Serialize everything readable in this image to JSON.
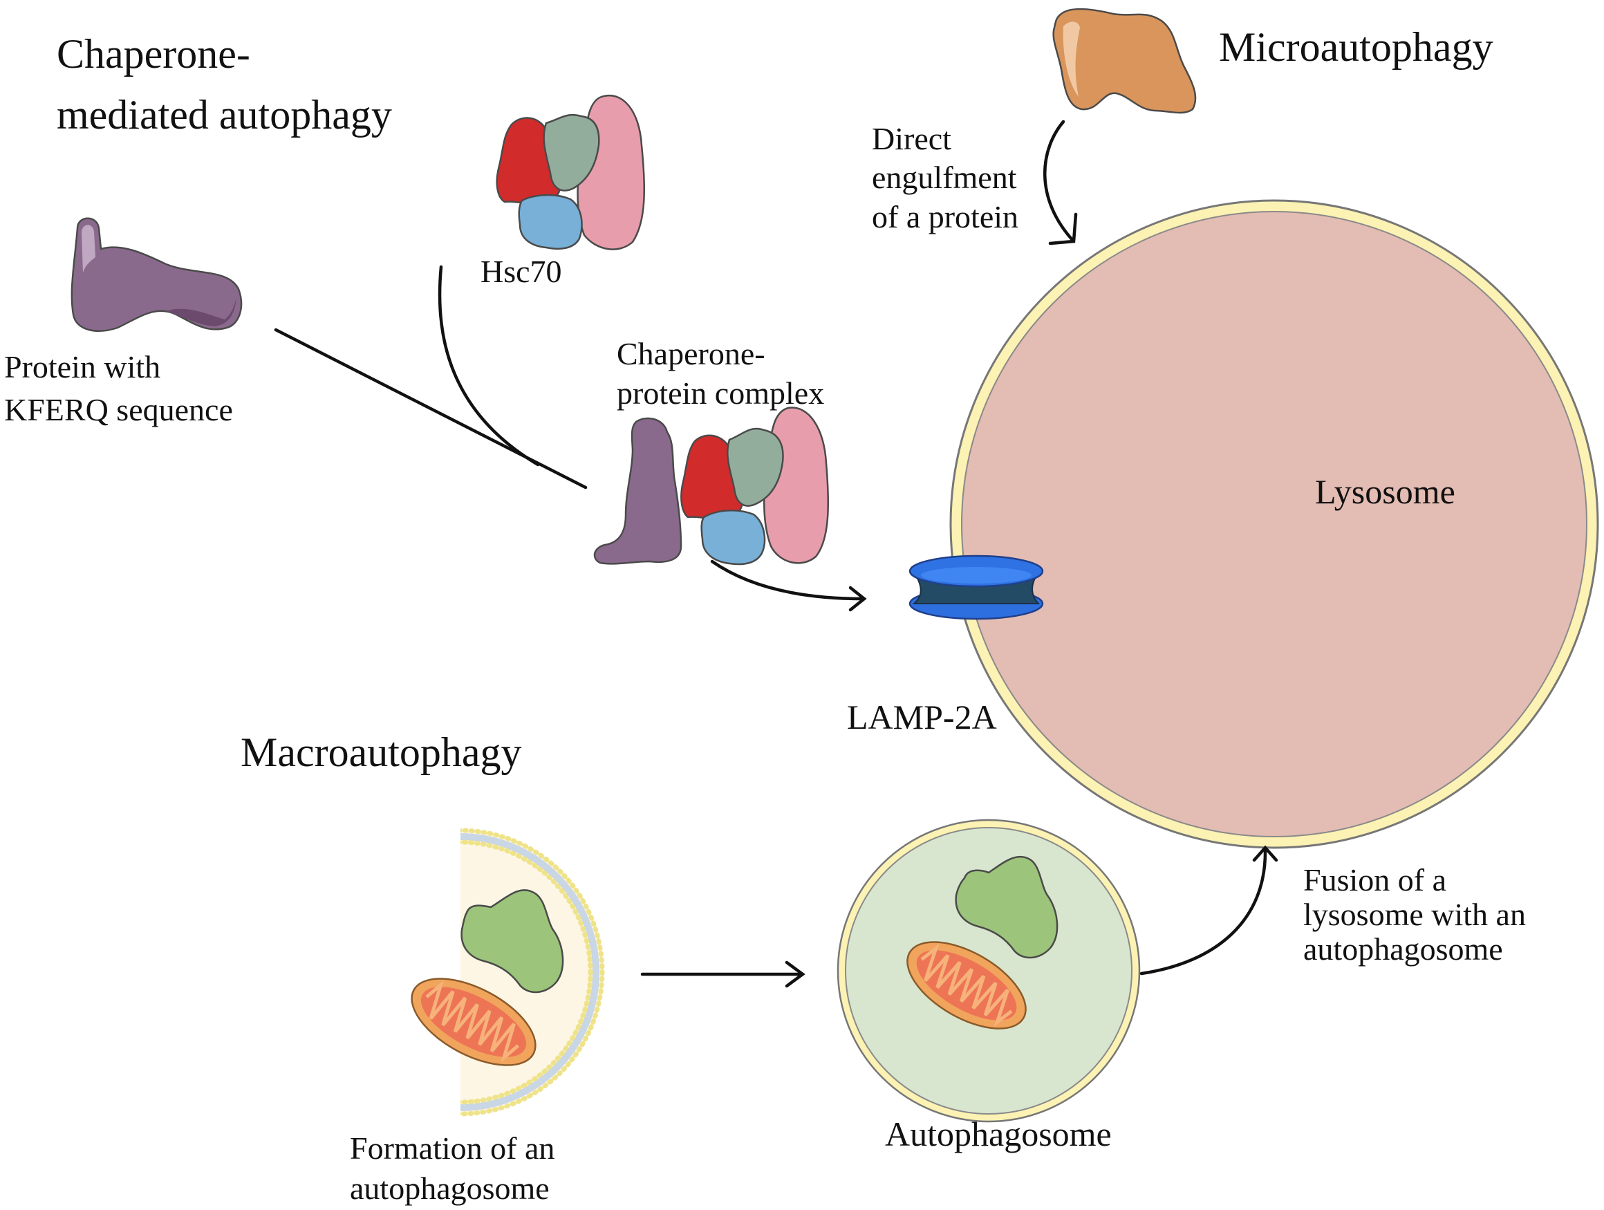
{
  "sections": {
    "cma_title": [
      "Chaperone-",
      "mediated autophagy"
    ],
    "micro_title": "Microautophagy",
    "macro_title": "Macroautophagy"
  },
  "labels": {
    "kferq_protein": [
      "Protein with",
      "KFERQ sequence"
    ],
    "hsc70": "Hsc70",
    "chaperone_complex": [
      "Chaperone-",
      "protein complex"
    ],
    "direct_engulfment": [
      "Direct",
      "engulfment",
      "of  a protein"
    ],
    "lysosome": "Lysosome",
    "lamp2a": "LAMP-2A",
    "formation": [
      "Formation of  an",
      "autophagosome"
    ],
    "autophagosome": "Autophagosome",
    "fusion": [
      "Fusion of  a",
      "lysosome with an",
      "autophagosome"
    ]
  },
  "colors": {
    "lysosome_fill": "#e3bcb3",
    "lysosome_membrane": "#fbf2b3",
    "autophagosome_fill": "#d9e6cf",
    "phagophore_fill": "#fdf6e4",
    "kferq_protein": "#8a6a8c",
    "orange_protein": "#d9955b",
    "hsc70_red": "#d22b2b",
    "hsc70_green": "#93ad9c",
    "hsc70_blue": "#78b0d8",
    "hsc70_pink": "#e79dab",
    "lamp2a_blue": "#2e6fe0",
    "cargo_green": "#9cc47a",
    "mito_orange": "#f0a45c",
    "mito_inner": "#ee7456"
  }
}
